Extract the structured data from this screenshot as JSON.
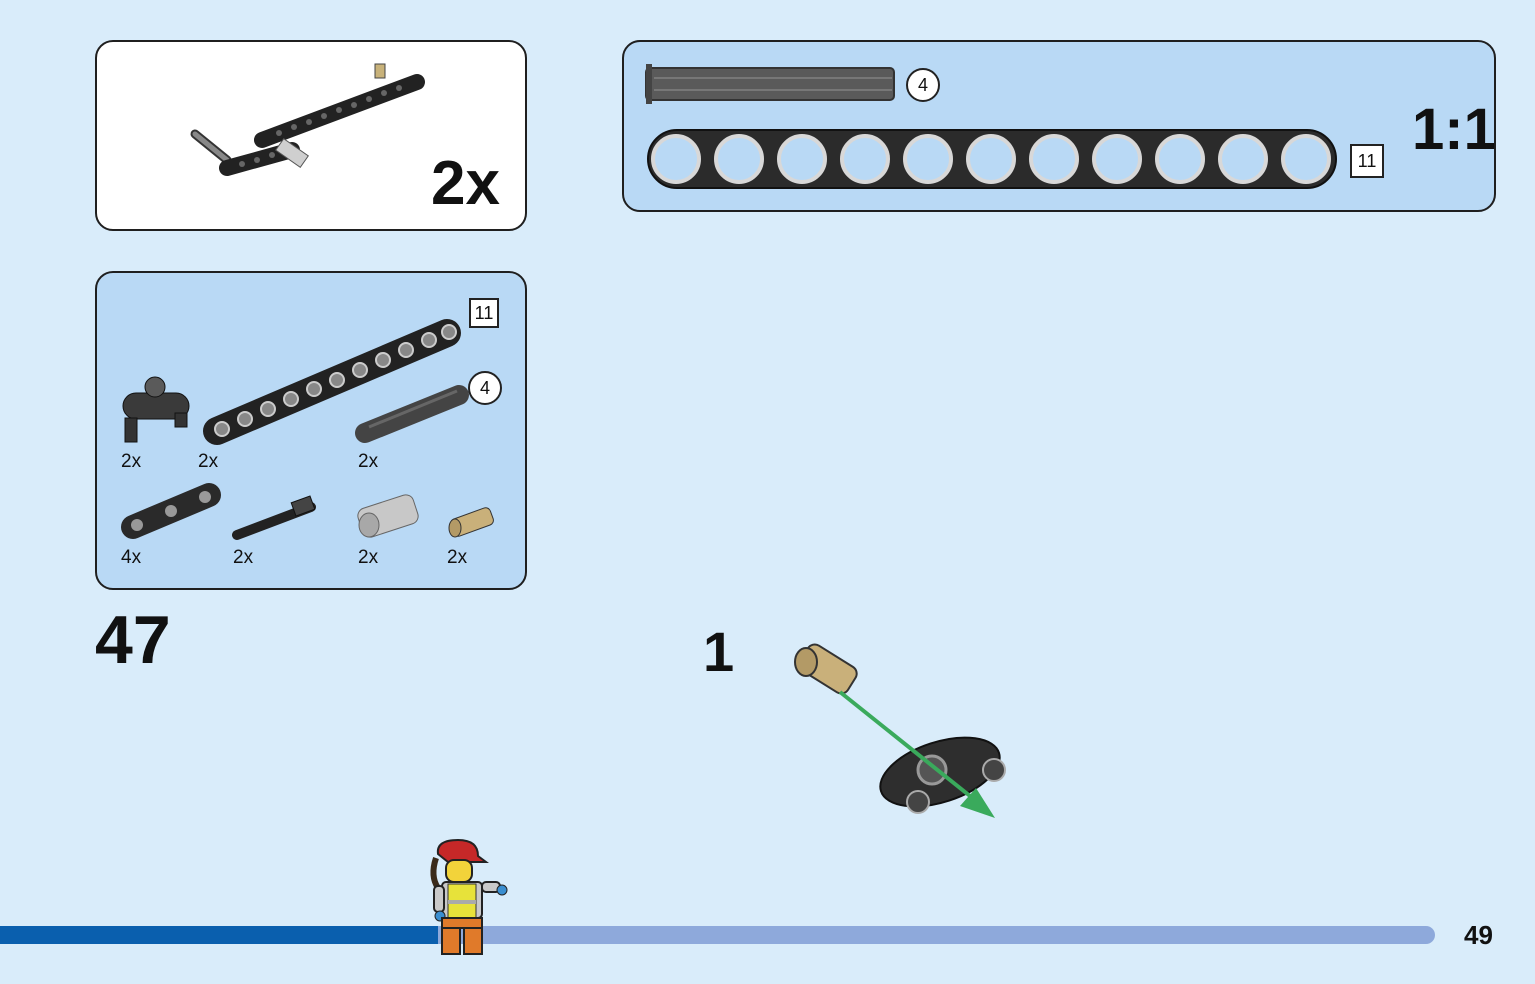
{
  "submodel": {
    "quantity": "2x"
  },
  "scale": {
    "ratio": "1:1",
    "axle_length": "4",
    "beam_length": "11"
  },
  "parts_list": {
    "beam_length": "11",
    "axle_length": "4",
    "items": [
      {
        "icon": "beam-connector-part",
        "quantity": "2x"
      },
      {
        "icon": "beam-11-part",
        "quantity": "2x"
      },
      {
        "icon": "axle-4-part",
        "quantity": "2x"
      },
      {
        "icon": "beam-3-part",
        "quantity": "4x"
      },
      {
        "icon": "axle-pin-part",
        "quantity": "2x"
      },
      {
        "icon": "axle-connector-part",
        "quantity": "2x"
      },
      {
        "icon": "tan-pin-part",
        "quantity": "2x"
      }
    ]
  },
  "step": {
    "number": "47",
    "substep": "1"
  },
  "page": {
    "number": "49",
    "progress": 0.305
  },
  "colors": {
    "background": "#d9ecfa",
    "panel_blue": "#b9d9f5",
    "progress_fill": "#0a5fae",
    "progress_track": "#8ea9db",
    "arrow_green": "#3aaa5c"
  }
}
